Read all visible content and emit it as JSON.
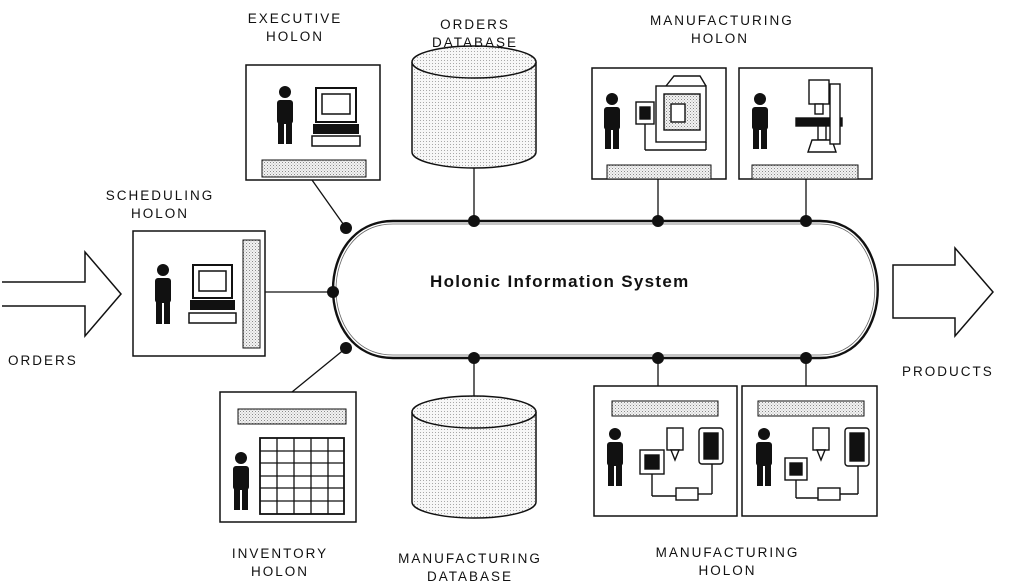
{
  "system": {
    "title": "Holonic Information System"
  },
  "flows": {
    "input_label": "ORDERS",
    "output_label": "PRODUCTS"
  },
  "nodes": {
    "executive": {
      "line1": "EXECUTIVE",
      "line2": "HOLON"
    },
    "orders_db": {
      "line1": "ORDERS",
      "line2": "DATABASE"
    },
    "manufacturing_top": {
      "line1": "MANUFACTURING",
      "line2": "HOLON"
    },
    "scheduling": {
      "line1": "SCHEDULING",
      "line2": "HOLON"
    },
    "inventory": {
      "line1": "INVENTORY",
      "line2": "HOLON"
    },
    "manufacturing_db": {
      "line1": "MANUFACTURING",
      "line2": "DATABASE"
    },
    "manufacturing_bottom": {
      "line1": "MANUFACTURING",
      "line2": "HOLON"
    }
  },
  "icons": [
    "person-icon",
    "computer-terminal-icon",
    "database-cylinder-icon",
    "cnc-machine-icon",
    "milling-machine-icon",
    "storage-rack-icon",
    "arrow-icon"
  ]
}
